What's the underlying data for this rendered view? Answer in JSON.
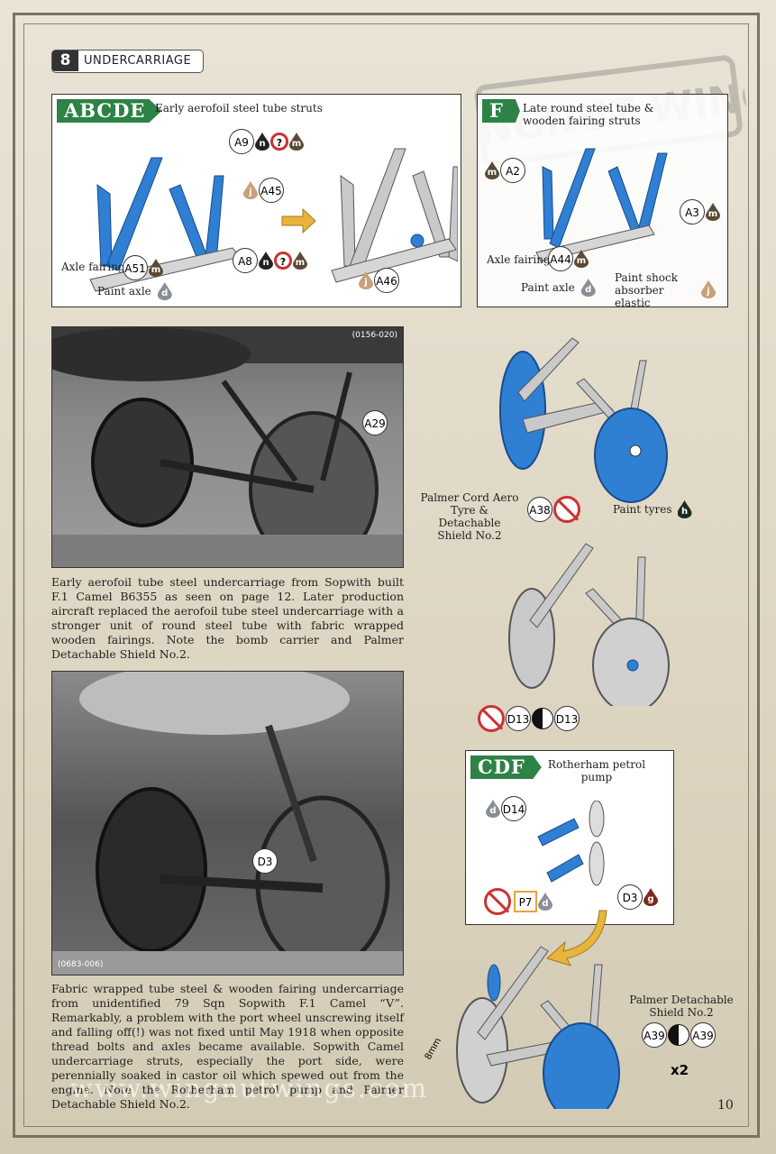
{
  "step": {
    "number": "8",
    "title": "UNDERCARRIAGE"
  },
  "panel_abcde": {
    "badge": "ABCDE",
    "caption": "Early aerofoil steel tube struts",
    "callouts": {
      "a9": "A9",
      "a45": "A45",
      "a8": "A8",
      "a51": "A51",
      "a46": "A46"
    },
    "axle_fairing": "Axle fairing",
    "paint_axle": "Paint axle"
  },
  "panel_f": {
    "badge": "F",
    "caption": "Late round steel tube & wooden fairing struts",
    "callouts": {
      "a2": "A2",
      "a3": "A3",
      "a44": "A44"
    },
    "axle_fairing": "Axle fairing",
    "paint_axle": "Paint axle",
    "paint_shock": "Paint shock absorber elastic"
  },
  "paint_codes": {
    "n": "n",
    "q": "?",
    "m": "m",
    "j": "j",
    "d": "d",
    "h": "h",
    "g": "g"
  },
  "photo1": {
    "ref": "(0156-020)",
    "callout": "A29",
    "caption": "Early aerofoil tube steel undercarriage from Sopwith built F.1 Camel B6355 as seen on page 12. Later production aircraft replaced the aerofoil tube steel undercarriage with a stronger unit of round steel tube with fabric wrapped wooden fairings. Note the bomb carrier and Palmer Detachable Shield No.2."
  },
  "photo2": {
    "ref": "(0683-006)",
    "callout": "D3",
    "caption": "Fabric wrapped tube steel & wooden fairing undercarriage from unidentified 79 Sqn Sopwith F.1 Camel “V”. Remarkably, a problem with the port wheel unscrewing itself and falling off(!) was not fixed until May 1918 when opposite thread bolts and axles became available. Sopwith Camel undercarriage struts, especially the port side, were perennially soaked in castor oil which spewed out from the engine. Note the Rotherham petrol pump and Palmer Detachable Shield No.2."
  },
  "wheels": {
    "tyre_label": "Palmer Cord Aero Tyre & Detachable Shield No.2",
    "a38": "A38",
    "paint_tyres": "Paint tyres",
    "d13": "D13"
  },
  "panel_cdf": {
    "badge": "CDF",
    "caption": "Rotherham petrol pump",
    "d14": "D14",
    "p7": "P7",
    "d3": "D3"
  },
  "final": {
    "shield_label": "Palmer Detachable Shield No.2",
    "a39": "A39",
    "multiplier": "x2",
    "dim": "8mm"
  },
  "watermark": "www.wingnutwings.com",
  "logo_text": "WINGNUT WINGS",
  "page_number": "10",
  "colors": {
    "accent": "#2d8246",
    "part_blue": "#2f7fd3",
    "part_grey": "#c9c9c9"
  }
}
